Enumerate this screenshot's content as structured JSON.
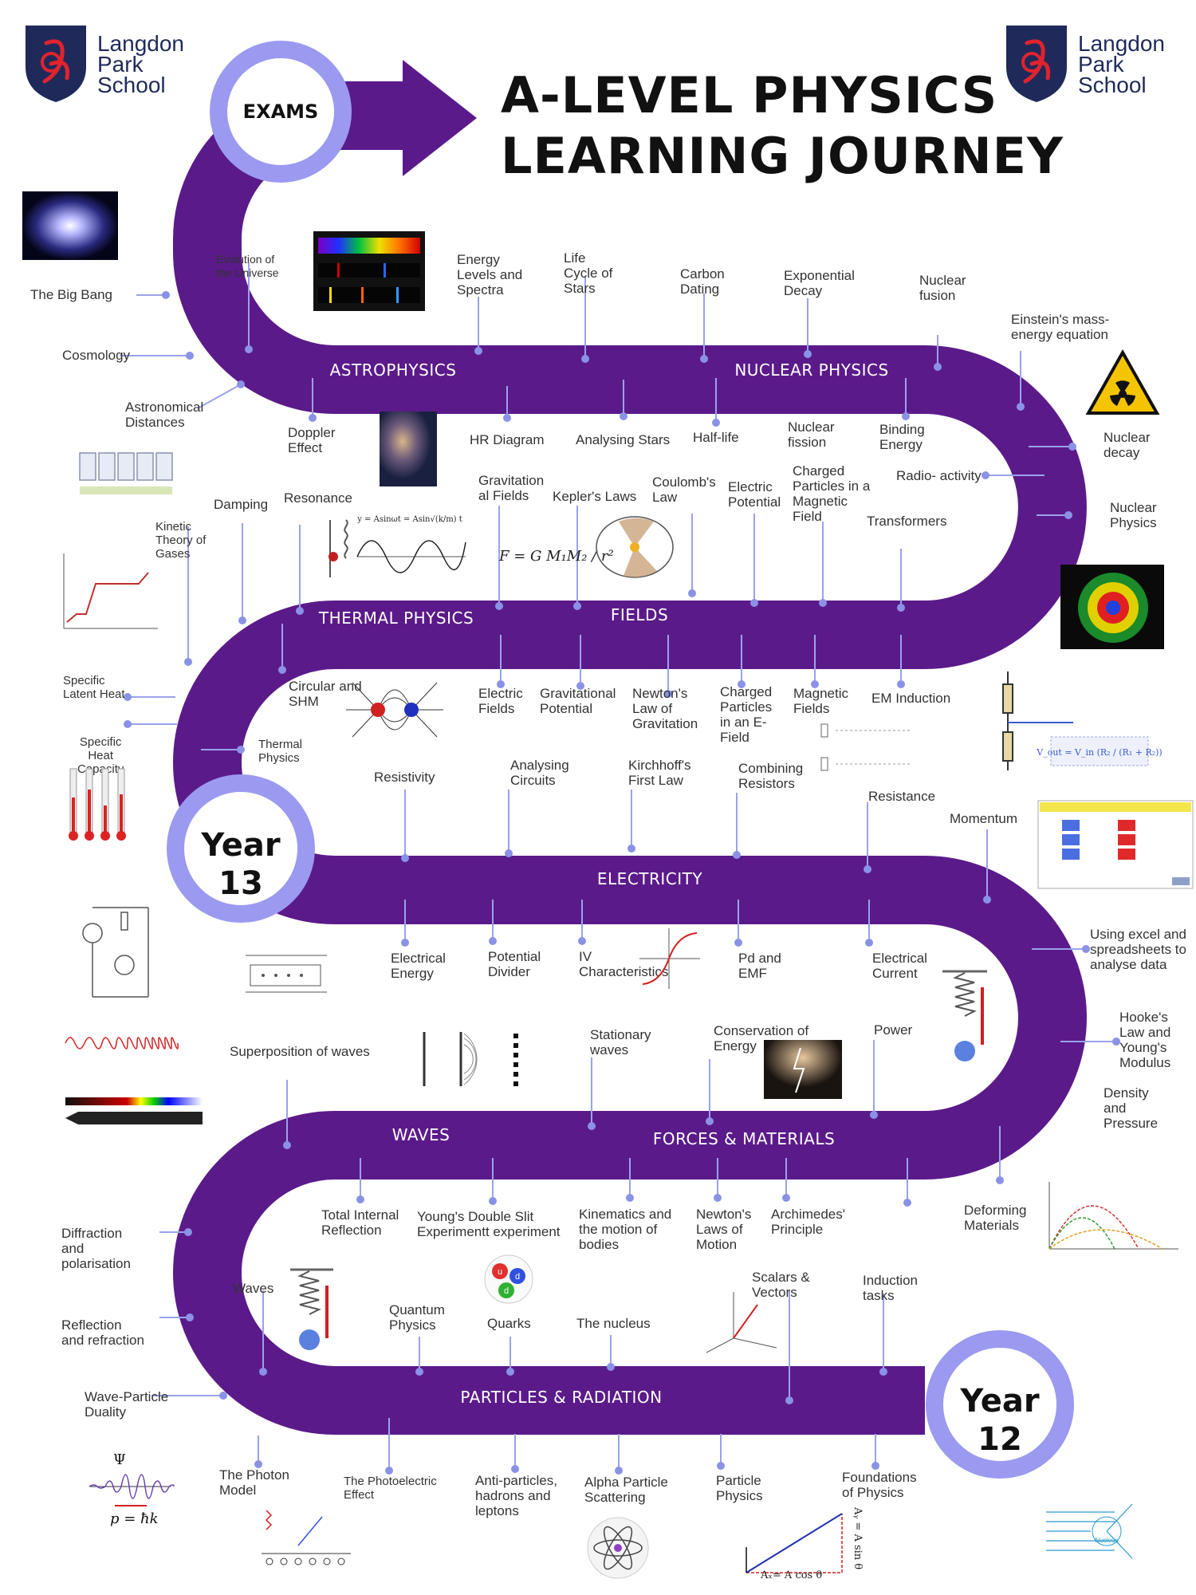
{
  "header": {
    "school_name": "Langdon\nPark\nSchool",
    "title": "A-LEVEL PHYSICS\nLEARNING JOURNEY"
  },
  "milestones": {
    "exams": "EXAMS",
    "year13": "Year\n13",
    "year12": "Year\n12"
  },
  "colors": {
    "path": "#5b1a8a",
    "ring": "#9b9af0",
    "dot": "#8a92e6",
    "text": "#333333"
  },
  "icons": [
    "school-crest-icon",
    "radiation-warning-icon",
    "atom-icon",
    "quark-icon"
  ],
  "sections": {
    "astrophysics": {
      "name": "ASTROPHYSICS",
      "topics": [
        "The Big Bang",
        "Evolution of\nthe Universe",
        "Cosmology",
        "Astronomical\nDistances",
        "Doppler\nEffect",
        "Energy\nLevels and\nSpectra",
        "HR Diagram",
        "Life\nCycle of\nStars",
        "Analysing Stars"
      ]
    },
    "nuclear": {
      "name": "NUCLEAR PHYSICS",
      "topics": [
        "Carbon\nDating",
        "Half-life",
        "Exponential\nDecay",
        "Nuclear\nfission",
        "Binding\nEnergy",
        "Nuclear\nfusion",
        "Einstein's mass-\nenergy equation",
        "Nuclear\ndecay",
        "Radio- activity",
        "Nuclear\nPhysics"
      ]
    },
    "fields": {
      "name": "FIELDS",
      "topics": [
        "Gravitation\nal Fields",
        "Kepler's Laws",
        "Coulomb's\nLaw",
        "Electric\nPotential",
        "Charged\nParticles in a\nMagnetic\nField",
        "Transformers",
        "Electric\nFields",
        "Gravitational\nPotential",
        "Newton's\nLaw of\nGravitation",
        "Charged\nParticles\nin an E-\nField",
        "Magnetic\nFields",
        "EM Induction"
      ]
    },
    "thermal": {
      "name": "THERMAL PHYSICS",
      "topics": [
        "Damping",
        "Resonance",
        "Kinetic\nTheory of\nGases",
        "Specific\nLatent Heat",
        "Circular and\nSHM",
        "Specific\nHeat\nCapacity",
        "Thermal\nPhysics"
      ]
    },
    "electricity": {
      "name": "ELECTRICITY",
      "topics": [
        "Resistivity",
        "Analysing\nCircuits",
        "Kirchhoff's\nFirst Law",
        "Combining\nResistors",
        "Resistance",
        "Electrical\nEnergy",
        "Potential\nDivider",
        "IV\nCharacteristics",
        "Pd and\nEMF",
        "Electrical\nCurrent"
      ]
    },
    "forces": {
      "name": "FORCES & MATERIALS",
      "topics": [
        "Momentum",
        "Using excel  and\nspreadsheets to\nanalyse data",
        "Hooke's\nLaw and\nYoung's\nModulus",
        "Density\nand\nPressure",
        "Stationary\nwaves",
        "Conservation of\nEnergy",
        "Power",
        "Kinematics and\nthe motion of\nbodies",
        "Newton's\nLaws of\nMotion",
        "Archimedes'\nPrinciple",
        "Deforming\nMaterials"
      ]
    },
    "waves": {
      "name": "WAVES",
      "topics": [
        "Superposition of waves",
        "Total Internal\nReflection",
        "Young's Double Slit\nExperimentt experiment",
        "Diffraction\nand\npolarisation",
        "Waves",
        "Reflection\nand refraction",
        "Wave-Particle\nDuality"
      ]
    },
    "particles": {
      "name": "PARTICLES & RADIATION",
      "topics": [
        "Quantum\nPhysics",
        "Quarks",
        "The nucleus",
        "Scalars  &\nVectors",
        "Induction\ntasks",
        "The Photon\nModel",
        "The Photoelectric\nEffect",
        "Anti-particles,\nhadrons and\nleptons",
        "Alpha Particle\nScattering",
        "Particle\nPhysics",
        "Foundations\nof Physics"
      ]
    }
  },
  "figure_text": {
    "formula_gravity": "F = G M₁M₂ / r²",
    "formula_photon": "p = ħk",
    "psi": "Ψ",
    "shm_eq": "y = Asinωt = Asin√(k/m) t",
    "divider_eq": "V_out = V_in (R₂ / (R₁ + R₂))",
    "vector_ax": "Aₓ= A cos θ",
    "vector_ay": "Aᵧ = A sin θ",
    "quark_u": "u",
    "quark_d": "d",
    "nucleus": "Nucleus"
  }
}
